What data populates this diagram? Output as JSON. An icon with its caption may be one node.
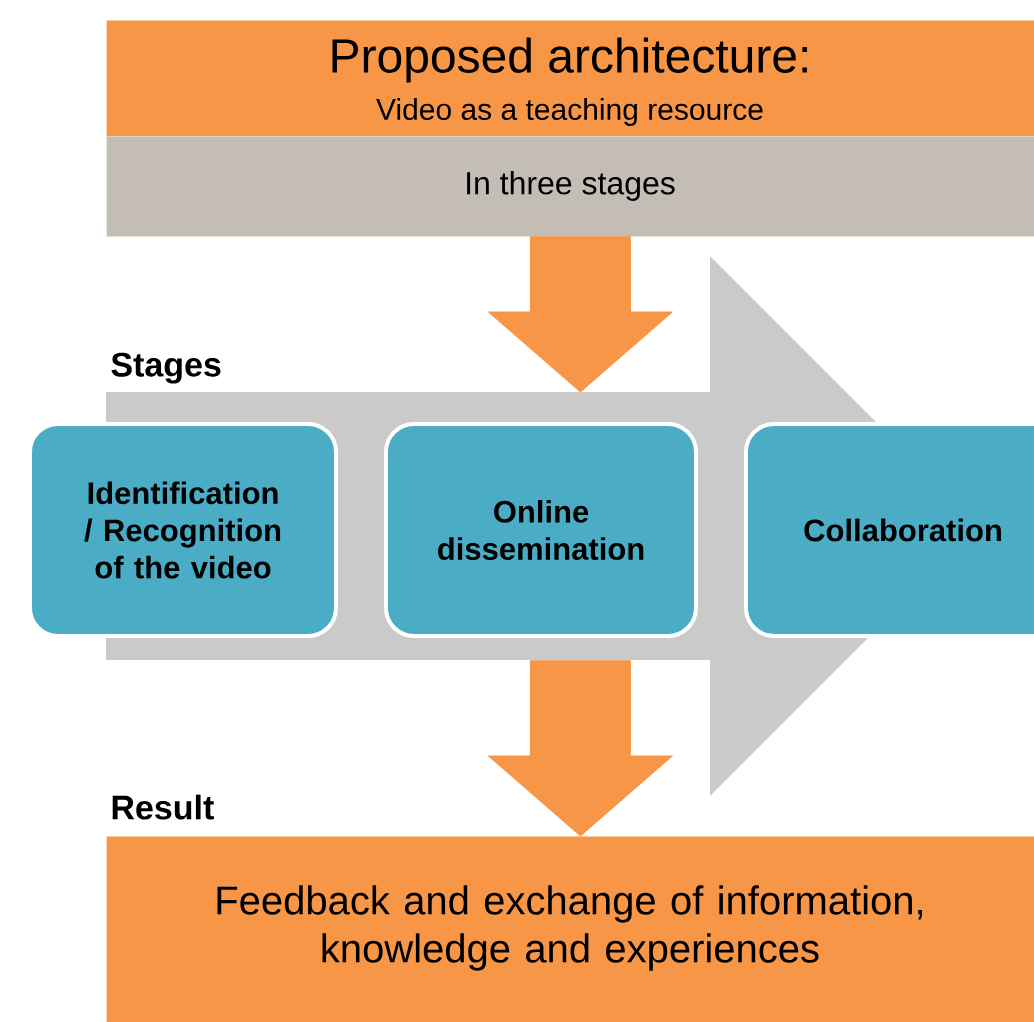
{
  "diagram": {
    "nodes": [
      {
        "text": [
          "Proposed architecture:",
          "Video as a teaching resource"
        ]
      },
      {
        "text": [
          "In three stages"
        ]
      },
      {
        "text": [
          "Stages"
        ]
      },
      {
        "text": [
          "Identification / Recognition of the video"
        ]
      },
      {
        "text": [
          "Online dissemination"
        ],
        "in": 2
      },
      {
        "text": [
          "Collaboration"
        ]
      },
      {
        "text": [
          "Result",
          "Feedback and exchange of information, knowledge and experiences"
        ]
      }
    ],
    "edges": [
      {
        "from": 1,
        "to": 2,
        "arrow": "to"
      },
      {
        "from": 2,
        "to": 6,
        "arrow": "to"
      }
    ]
  }
}
